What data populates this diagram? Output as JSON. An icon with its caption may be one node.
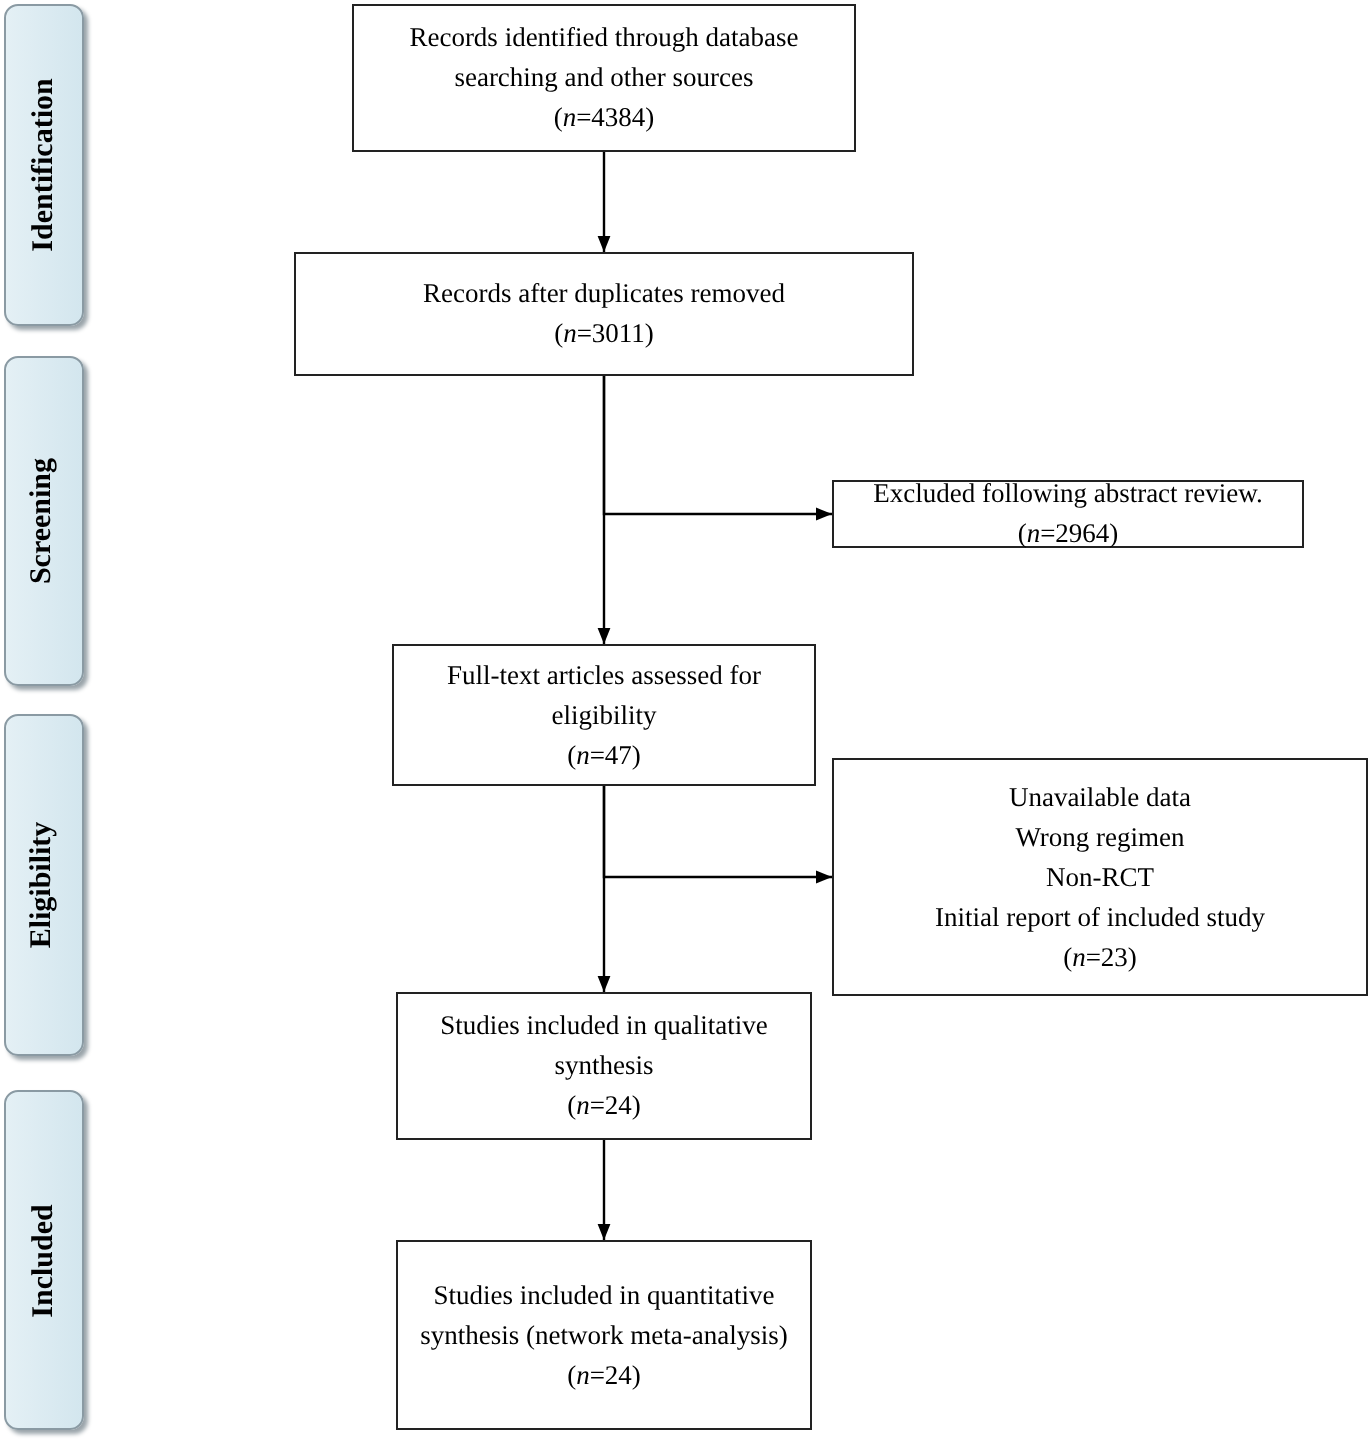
{
  "diagram": {
    "nodes": [
      {
        "text": [
          "Identification"
        ]
      },
      {
        "text": [
          "Screening"
        ]
      },
      {
        "text": [
          "Eligibility"
        ]
      },
      {
        "text": [
          "Included"
        ]
      },
      {
        "text": [
          "Records identified through database searching and other sources",
          "(*n*=4384)"
        ]
      },
      {
        "text": [
          "Records after duplicates removed",
          "(*n*=3011)"
        ]
      },
      {
        "text": [
          "Excluded following abstract review. (*n*=2964)"
        ]
      },
      {
        "text": [
          "Full-text articles assessed for eligibility",
          "(*n*=47)"
        ]
      },
      {
        "text": [
          "Unavailable data",
          "Wrong regimen",
          "Non-RCT",
          "Initial report of included study",
          "(*n*=23)"
        ]
      },
      {
        "text": [
          "Studies included in qualitative synthesis",
          "(*n*=24)"
        ]
      },
      {
        "text": [
          "Studies included in quantitative synthesis (network meta-analysis)",
          "(*n*=24)"
        ]
      }
    ],
    "edges": [
      {
        "from": 4,
        "to": 5,
        "arrow": "to"
      },
      {
        "from": 5,
        "to": 7,
        "arrow": "to"
      },
      {
        "from": 5,
        "to": 6,
        "arrow": "to"
      },
      {
        "from": 7,
        "to": 9,
        "arrow": "to"
      },
      {
        "from": 7,
        "to": 8,
        "arrow": "to"
      },
      {
        "from": 9,
        "to": 10,
        "arrow": "to"
      }
    ]
  }
}
